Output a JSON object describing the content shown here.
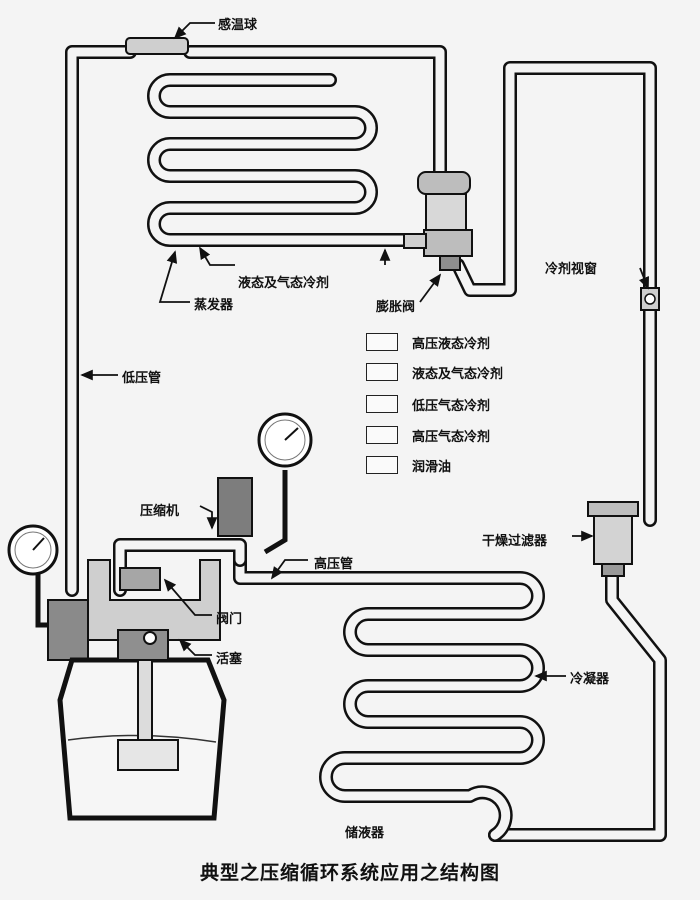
{
  "labels": {
    "bulb": "感温球",
    "evap_mix": "液态及气态冷剂",
    "expansion_valve": "膨胀阀",
    "evaporator": "蒸发器",
    "sight_glass": "冷剂视窗",
    "low_pipe": "低压管",
    "compressor": "压缩机",
    "high_pipe": "高压管",
    "valve": "阀门",
    "piston": "活塞",
    "condenser": "冷凝器",
    "drier": "干燥过滤器",
    "receiver": "储液器"
  },
  "legend": [
    {
      "text": "高压液态冷剂"
    },
    {
      "text": "液态及气态冷剂"
    },
    {
      "text": "低压气态冷剂"
    },
    {
      "text": "高压气态冷剂"
    },
    {
      "text": "润滑油"
    }
  ],
  "caption": "典型之压缩循环系统应用之结构图"
}
